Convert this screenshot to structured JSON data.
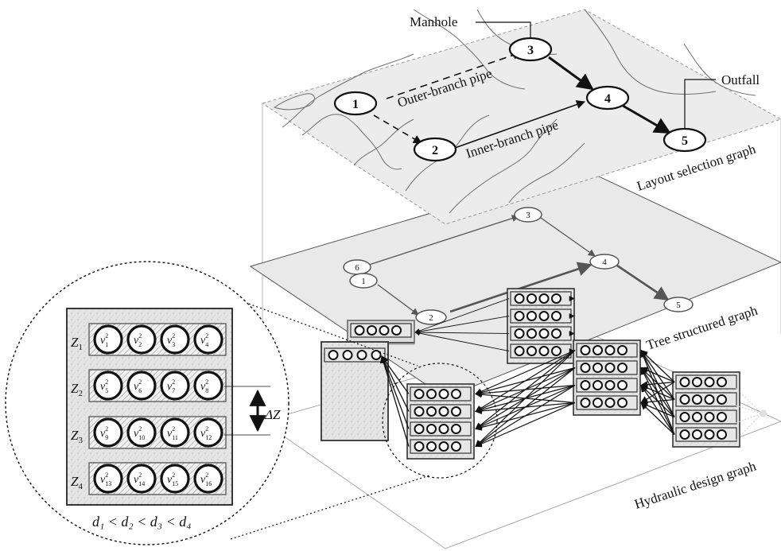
{
  "labels": {
    "manhole": "Manhole",
    "outfall": "Outfall",
    "outer_branch_pipe": "Outer-branch pipe",
    "inner_branch_pipe": "Inner-branch pipe",
    "layout_selection_graph": "Layout selection graph",
    "tree_structured_graph": "Tree structured graph",
    "hydraulic_design_graph": "Hydraulic design graph"
  },
  "layout_nodes": [
    "1",
    "2",
    "3",
    "4",
    "5"
  ],
  "tree_nodes": [
    "6",
    "1",
    "2",
    "3",
    "4",
    "5"
  ],
  "zoom": {
    "zones": [
      {
        "z": "Z",
        "sub": "1",
        "cells": [
          [
            "v",
            "1",
            "2"
          ],
          [
            "v",
            "2",
            "2"
          ],
          [
            "v",
            "3",
            "2"
          ],
          [
            "v",
            "4",
            "2"
          ]
        ]
      },
      {
        "z": "Z",
        "sub": "2",
        "cells": [
          [
            "v",
            "5",
            "2"
          ],
          [
            "v",
            "6",
            "2"
          ],
          [
            "v",
            "7",
            "2"
          ],
          [
            "v",
            "8",
            "2"
          ]
        ]
      },
      {
        "z": "Z",
        "sub": "3",
        "cells": [
          [
            "v",
            "9",
            "2"
          ],
          [
            "v",
            "10",
            "2"
          ],
          [
            "v",
            "11",
            "2"
          ],
          [
            "v",
            "12",
            "2"
          ]
        ]
      },
      {
        "z": "Z",
        "sub": "4",
        "cells": [
          [
            "v",
            "13",
            "2"
          ],
          [
            "v",
            "14",
            "2"
          ],
          [
            "v",
            "15",
            "2"
          ],
          [
            "v",
            "16",
            "2"
          ]
        ]
      }
    ],
    "delta_z": "ΔZ",
    "diameter_relation": "d₁ < d₂ < d₃ < d₄"
  },
  "colors": {
    "plane_fill": "#efefef",
    "plane_stroke": "#9a9a9a",
    "arrow": "#111111"
  }
}
